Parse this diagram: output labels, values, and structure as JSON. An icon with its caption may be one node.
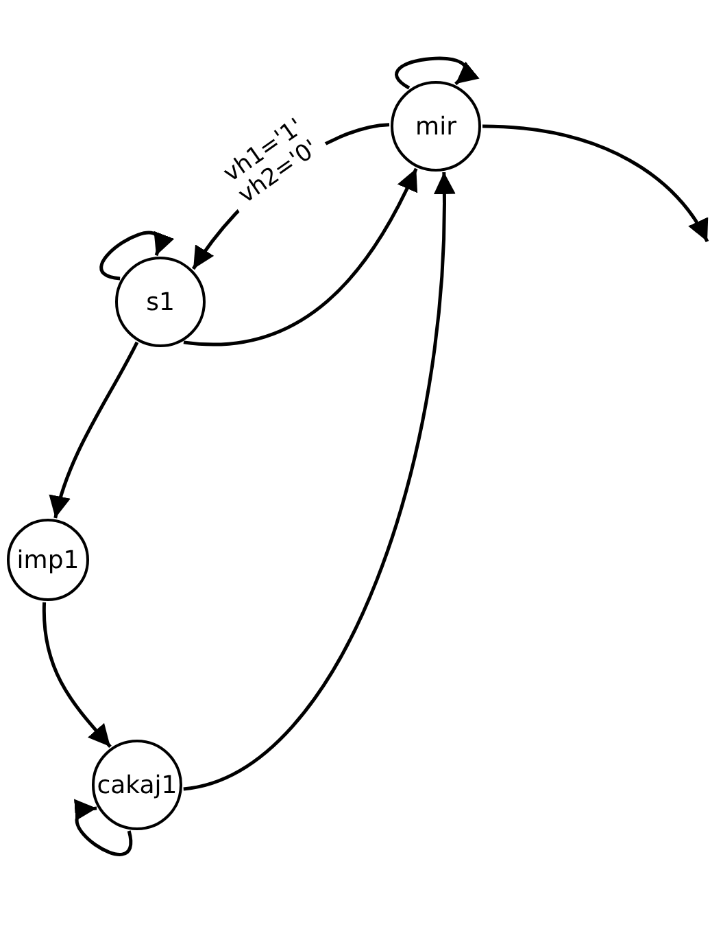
{
  "diagram": {
    "nodes": [
      {
        "text": [
          "mir"
        ]
      },
      {
        "text": [
          "s1"
        ]
      },
      {
        "text": [
          "imp1"
        ]
      },
      {
        "text": [
          "cakaj1"
        ]
      }
    ],
    "edges": [
      {
        "from": 0,
        "to": 0,
        "arrow": "to"
      },
      {
        "from": 0,
        "to": null,
        "arrow": "to"
      },
      {
        "from": 0,
        "to": 1,
        "arrow": "to",
        "label": "vh1='1' vh2='0'"
      },
      {
        "from": 1,
        "to": 1,
        "arrow": "to"
      },
      {
        "from": 1,
        "to": 0,
        "arrow": "to"
      },
      {
        "from": 1,
        "to": 2,
        "arrow": "to"
      },
      {
        "from": 2,
        "to": 3,
        "arrow": "to"
      },
      {
        "from": 3,
        "to": 0,
        "arrow": "to"
      },
      {
        "from": 3,
        "to": 3,
        "arrow": "to"
      }
    ]
  }
}
